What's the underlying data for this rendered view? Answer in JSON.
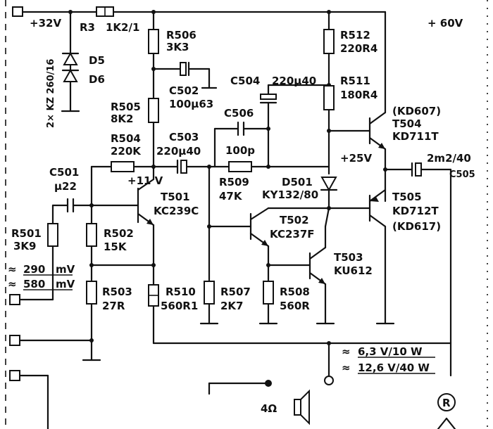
{
  "supply": {
    "v32": "+32V",
    "v60": "+ 60V",
    "v25": "+25V",
    "v11": "+11 V"
  },
  "resistors": {
    "r3": {
      "name": "R3",
      "value": "1K2/1"
    },
    "r501": {
      "name": "R501",
      "value": "3K9"
    },
    "r502": {
      "name": "R502",
      "value": "15K"
    },
    "r503": {
      "name": "R503",
      "value": "27R"
    },
    "r504": {
      "name": "R504",
      "value": "220K"
    },
    "r505": {
      "name": "R505",
      "value": "8K2"
    },
    "r506": {
      "name": "R506",
      "value": "3K3"
    },
    "r507": {
      "name": "R507",
      "value": "2K7"
    },
    "r508": {
      "name": "R508",
      "value": "560R"
    },
    "r509": {
      "name": "R509",
      "value": "47K"
    },
    "r510": {
      "name": "R510",
      "value": "560R1"
    },
    "r511": {
      "name": "R511",
      "value": "180R4"
    },
    "r512": {
      "name": "R512",
      "value": "220R4"
    }
  },
  "capacitors": {
    "c501": {
      "name": "C501",
      "value": "μ22"
    },
    "c502": {
      "name": "C502",
      "value": "100μ63"
    },
    "c503": {
      "name": "C503",
      "value": "220μ40"
    },
    "c504": {
      "name": "C504",
      "value": "220μ40"
    },
    "c505": {
      "name": "C505",
      "value": "2m2/40"
    },
    "c506": {
      "name": "C506",
      "value": "100p"
    }
  },
  "diodes": {
    "d5": "D5",
    "d6": "D6",
    "zener_note": "2× KZ 260/16",
    "d501": {
      "name": "D501",
      "value": "KY132/80"
    }
  },
  "transistors": {
    "t501": {
      "name": "T501",
      "type": "KC239C"
    },
    "t502": {
      "name": "T502",
      "type": "KC237F"
    },
    "t503": {
      "name": "T503",
      "type": "KU612"
    },
    "t504": {
      "name": "T504",
      "type": "KD711T",
      "alt": "(KD607)"
    },
    "t505": {
      "name": "T505",
      "type": "KD712T",
      "alt": "(KD617)"
    }
  },
  "input": {
    "level1": "290",
    "level2": "580",
    "unit": "mV",
    "approx": "≈"
  },
  "output": {
    "power1": "6,3 V/10 W",
    "power2": "12,6 V/40 W",
    "approx": "≈",
    "load": "4Ω"
  },
  "mark": "R"
}
